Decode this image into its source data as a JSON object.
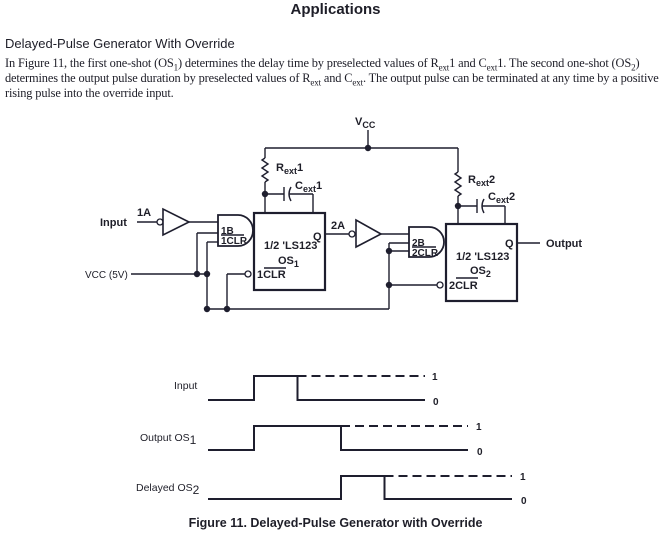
{
  "section_title": "Applications",
  "subsection_title": "Delayed-Pulse Generator With Override",
  "paragraph": {
    "p1": "In Figure 11, the first one-shot (OS",
    "p1_sub": "1",
    "p2": ") determines the delay time by preselected values of R",
    "p2_sub": "ext",
    "p3": "1 and C",
    "p3_sub": "ext",
    "p4": "1. The second one-shot (OS",
    "p4_sub": "2",
    "p5": ") determines the output pulse duration by preselected values of R",
    "p5_sub": "ext",
    "p6": " and C",
    "p6_sub": "ext",
    "p7": ". The output pulse can be terminated at any time by a positive rising pulse into the override input."
  },
  "schematic": {
    "vcc_label": "V",
    "vcc_sub": "CC",
    "rext1": {
      "main": "R",
      "sub": "ext",
      "suffix": "1"
    },
    "cext1": {
      "main": "C",
      "sub": "ext",
      "suffix": "1"
    },
    "rext2": {
      "main": "R",
      "sub": "ext",
      "suffix": "2"
    },
    "cext2": {
      "main": "C",
      "sub": "ext",
      "suffix": "2"
    },
    "input_label": "Input",
    "pin_1a": "1A",
    "pin_1b": "1B",
    "pin_1clr": "1CLR",
    "os1_part": "1/2 'LS123",
    "os1_name": "OS",
    "os1_sub": "1",
    "os1_clr": "1CLR",
    "os1_q": "Q",
    "pin_2a": "2A",
    "pin_2b": "2B",
    "pin_2clr": "2CLR",
    "os2_part": "1/2 'LS123",
    "os2_name": "OS",
    "os2_sub": "2",
    "os2_clr": "2CLR",
    "os2_q": "Q",
    "output_label": "Output",
    "vcc5_label": "VCC (5V)"
  },
  "timing": {
    "rows": [
      {
        "label": "Input",
        "label_sub": "",
        "high": "1",
        "low": "0",
        "rise": 0.0,
        "fall": 1.0
      },
      {
        "label": "Output OS",
        "label_sub": "1",
        "high": "1",
        "low": "0",
        "rise": 0.0,
        "fall": 2.0
      },
      {
        "label": "Delayed OS",
        "label_sub": "2",
        "high": "1",
        "low": "0",
        "rise": 2.0,
        "fall": 3.0
      }
    ]
  },
  "figure_caption": "Figure 11.  Delayed-Pulse Generator with Override"
}
